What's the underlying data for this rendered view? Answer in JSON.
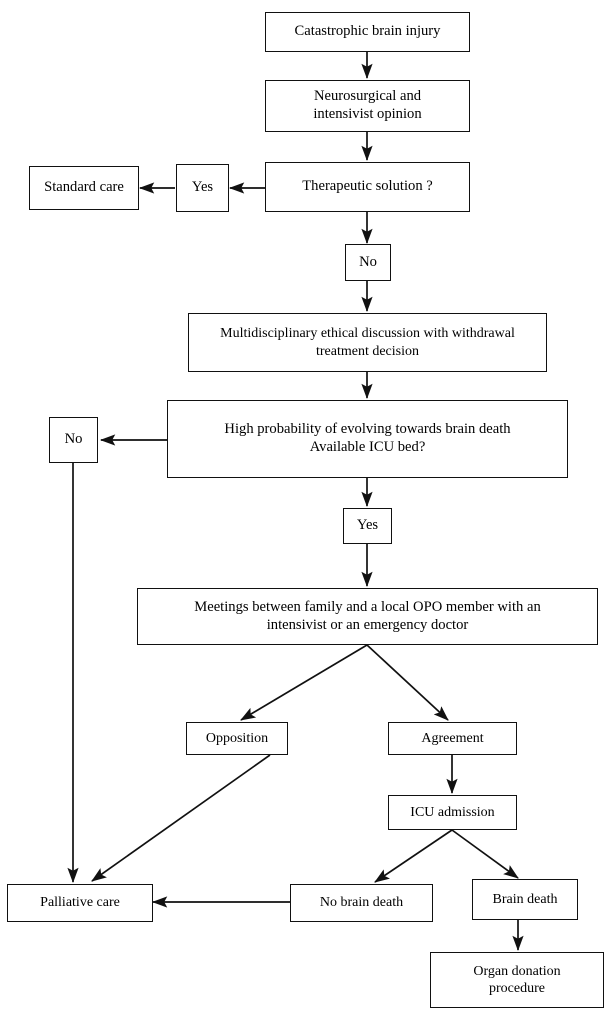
{
  "diagram": {
    "title": "Catastrophic brain injury management flowchart",
    "type": "flowchart",
    "background_color": "#ffffff",
    "line_color": "#111111",
    "text_color": "#000000",
    "nodes": [
      {
        "id": "catastrophic_brain_injury",
        "label": "Catastrophic brain injury"
      },
      {
        "id": "neurosurgical_opinion",
        "label": "Neurosurgical and\nintensivist opinion"
      },
      {
        "id": "standard_care",
        "label": "Standard care"
      },
      {
        "id": "yes_therapeutic",
        "label": "Yes"
      },
      {
        "id": "therapeutic_solution",
        "label": "Therapeutic solution ?"
      },
      {
        "id": "no_therapeutic",
        "label": "No"
      },
      {
        "id": "multidisciplinary_discussion",
        "label": "Multidisciplinary ethical discussion with withdrawal\ntreatment decision"
      },
      {
        "id": "no_brain_death_probability",
        "label": "No"
      },
      {
        "id": "high_probability",
        "label": "High probability of evolving towards brain death\nAvailable ICU bed?"
      },
      {
        "id": "yes_probability",
        "label": "Yes"
      },
      {
        "id": "meetings_family_opo",
        "label": "Meetings between family and a local OPO member with an\nintensivist or an emergency doctor"
      },
      {
        "id": "opposition",
        "label": "Opposition"
      },
      {
        "id": "agreement",
        "label": "Agreement"
      },
      {
        "id": "icu_admission",
        "label": "ICU admission"
      },
      {
        "id": "palliative_care",
        "label": "Palliative care"
      },
      {
        "id": "no_brain_death",
        "label": "No brain death"
      },
      {
        "id": "brain_death",
        "label": "Brain death"
      },
      {
        "id": "organ_donation",
        "label": "Organ donation\nprocedure"
      }
    ],
    "edges": [
      {
        "from": "catastrophic_brain_injury",
        "to": "neurosurgical_opinion"
      },
      {
        "from": "neurosurgical_opinion",
        "to": "therapeutic_solution"
      },
      {
        "from": "therapeutic_solution",
        "to": "yes_therapeutic"
      },
      {
        "from": "yes_therapeutic",
        "to": "standard_care"
      },
      {
        "from": "therapeutic_solution",
        "to": "no_therapeutic"
      },
      {
        "from": "no_therapeutic",
        "to": "multidisciplinary_discussion"
      },
      {
        "from": "multidisciplinary_discussion",
        "to": "high_probability"
      },
      {
        "from": "high_probability",
        "to": "no_brain_death_probability"
      },
      {
        "from": "no_brain_death_probability",
        "to": "palliative_care"
      },
      {
        "from": "high_probability",
        "to": "yes_probability"
      },
      {
        "from": "yes_probability",
        "to": "meetings_family_opo"
      },
      {
        "from": "meetings_family_opo",
        "to": "opposition"
      },
      {
        "from": "meetings_family_opo",
        "to": "agreement"
      },
      {
        "from": "opposition",
        "to": "palliative_care"
      },
      {
        "from": "agreement",
        "to": "icu_admission"
      },
      {
        "from": "icu_admission",
        "to": "no_brain_death"
      },
      {
        "from": "icu_admission",
        "to": "brain_death"
      },
      {
        "from": "no_brain_death",
        "to": "palliative_care"
      },
      {
        "from": "brain_death",
        "to": "organ_donation"
      }
    ]
  }
}
